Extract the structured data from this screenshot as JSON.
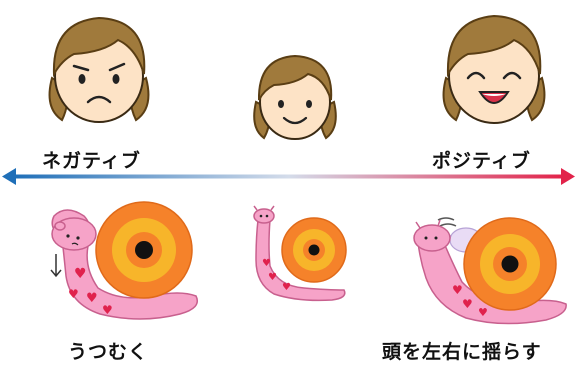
{
  "scale": {
    "left_label": "ネガティブ",
    "right_label": "ポジティブ",
    "colors": {
      "left": "#1f6fb8",
      "middle": "#d4dcea",
      "right": "#e2234a"
    }
  },
  "captions": {
    "left": "うつむく",
    "right": "頭を左右に揺らす"
  },
  "faces": [
    {
      "name": "negative-face",
      "expression": "frown"
    },
    {
      "name": "neutral-face",
      "expression": "smile"
    },
    {
      "name": "positive-face",
      "expression": "laugh"
    }
  ],
  "snails": [
    {
      "name": "snail-looking-down"
    },
    {
      "name": "snail-neutral"
    },
    {
      "name": "snail-shaking-head"
    }
  ],
  "palette": {
    "hair": "#a07a3c",
    "hair_dark": "#6e4f1e",
    "skin": "#fde3c6",
    "snail_body": "#f6a3c8",
    "shell_outer": "#f5822a",
    "shell_mid": "#f7b52a",
    "shell_center": "#111111",
    "heart": "#e0224d"
  }
}
